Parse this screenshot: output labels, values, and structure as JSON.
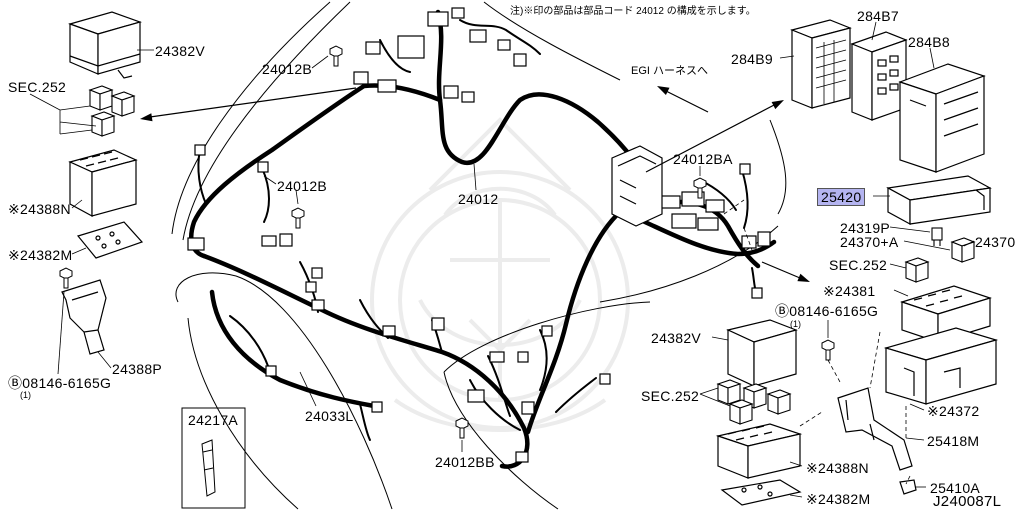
{
  "note": "注)※印の部品は部品コード 24012 の構成を示します。",
  "diagram_code": "J240087L",
  "highlight_color": "#b4b4f0",
  "callouts": {
    "left": {
      "relay_cover": "24382V",
      "relay_section": "SEC.252",
      "relay_block": "※24388N",
      "relay_plate": "※24382M",
      "bracket": "24388P",
      "bolt": "Ⓑ08146-6165G",
      "bolt_qty": "(1)"
    },
    "harness": {
      "bolt_upper": "24012B",
      "bolt_middle": "24012B",
      "main_harness": "24012",
      "sub_harness": "24033L",
      "bolt_lower": "24012BB",
      "bolt_right": "24012BA",
      "egi_arrow": "EGI ハーネスへ"
    },
    "inset": {
      "part": "24217A"
    },
    "right": {
      "fuse_box_b7": "284B7",
      "fuse_box_b9": "284B9",
      "fuse_box_b8": "284B8",
      "selected_part": "25420",
      "connector": "24319P",
      "relay_a": "24370+A",
      "relay": "24370",
      "relay_section": "SEC.252",
      "fuse_block": "※24381",
      "bolt": "Ⓑ08146-6165G",
      "bolt_qty": "(1)",
      "relay_cover": "24382V",
      "relay_section_lower": "SEC.252",
      "holder_tray": "※24372",
      "bracket": "25418M",
      "relay_block": "※24388N",
      "clip": "25410A",
      "relay_plate": "※24382M"
    }
  }
}
